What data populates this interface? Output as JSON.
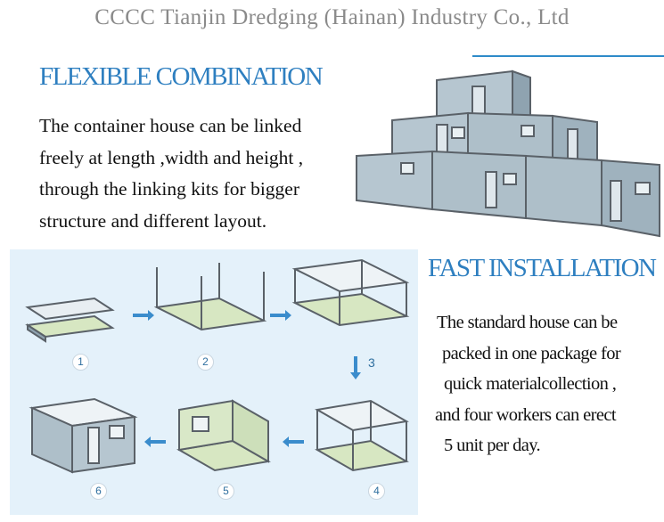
{
  "header": {
    "company": "CCCC Tianjin Dredging (Hainan) Industry Co., Ltd"
  },
  "flexible": {
    "title": "FLEXIBLE COMBINATION",
    "lines": [
      "The container house can be linked",
      "freely at length ,width and height ,",
      "through the linking kits for bigger",
      "structure and different layout."
    ]
  },
  "fast": {
    "title": "FAST INSTALLATION",
    "lines": [
      "The standard house can be",
      "packed in one  package for",
      "quick materialcollection ,",
      "and four workers can erect",
      "5 unit per day."
    ]
  },
  "steps": {
    "labels": [
      "1",
      "2",
      "3",
      "4",
      "5",
      "6"
    ]
  },
  "colors": {
    "accent": "#2e7fc0",
    "panel": "#e4f1fa",
    "wall": "#aebfc9",
    "floor": "#d7e7c2",
    "frame": "#5a6168"
  }
}
